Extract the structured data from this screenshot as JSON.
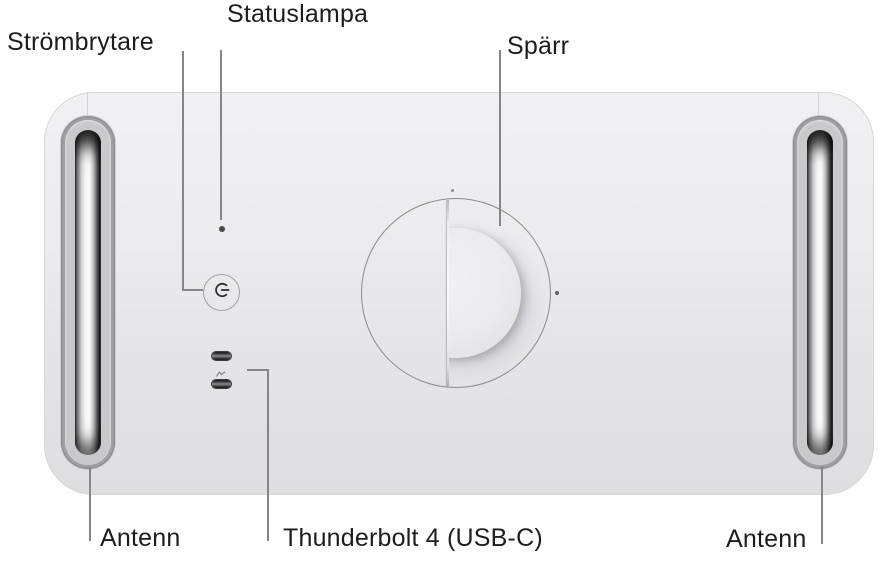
{
  "callouts": {
    "power_button": "Strömbrytare",
    "status_light": "Statuslampa",
    "latch": "Spärr",
    "antenna_left": "Antenn",
    "thunderbolt": "Thunderbolt 4 (USB-C)",
    "antenna_right": "Antenn"
  },
  "icons": {
    "power": "power-symbol-rotated-right",
    "thunderbolt": "tiny-lightning-zigzag",
    "status_light": "small-dark-dot",
    "latch_handle": "half-disc-handle"
  },
  "colors": {
    "label_text": "#1d1d1f",
    "leader_line": "#85858a",
    "body_top": "#f1f1f3",
    "body_bottom": "#dedee1",
    "antenna_outer_ring": "#a0a0a3",
    "antenna_mid_ring": "#c9c9cb",
    "latch_outline": "#8a8a8e",
    "port_dark": "#232325",
    "power_glyph": "#2c2c2e"
  }
}
